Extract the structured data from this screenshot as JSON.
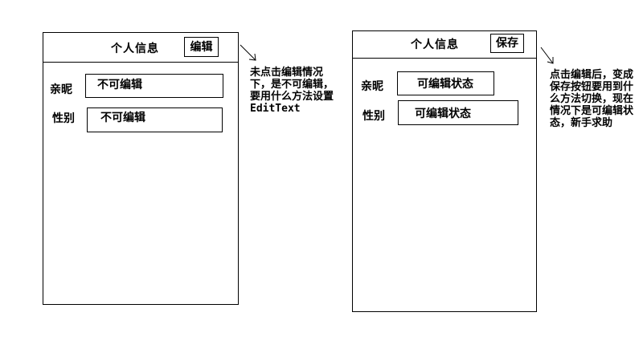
{
  "left_panel": {
    "title": "个人信息",
    "button_label": "编辑",
    "fields": [
      {
        "label": "亲昵",
        "value": "不可编辑"
      },
      {
        "label": "性别",
        "value": "不可编辑"
      }
    ]
  },
  "right_panel": {
    "title": "个人信息",
    "button_label": "保存",
    "fields": [
      {
        "label": "亲昵",
        "value": "可编辑状态"
      },
      {
        "label": "性别",
        "value": "可编辑状态"
      }
    ]
  },
  "annotations": {
    "left_note": "未点击编辑情况下，是不可编辑，要用什么方法设置",
    "left_note_code": "EditText",
    "right_note": "点击编辑后，变成保存按钮要用到什么方法切换，现在情况下是可编辑状态，新手求助"
  }
}
